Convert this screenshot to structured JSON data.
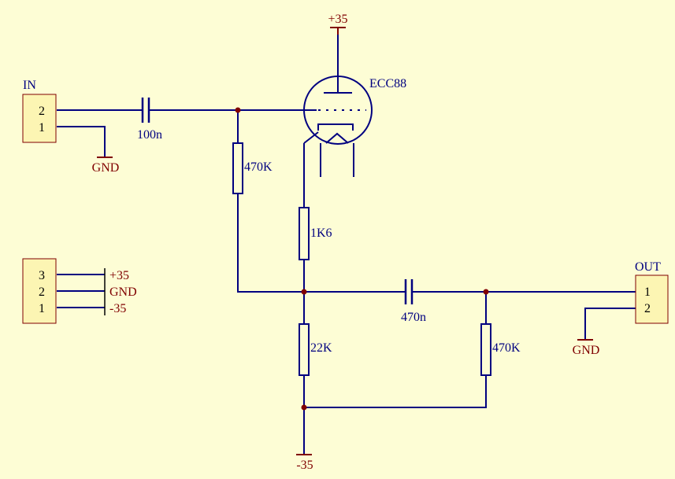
{
  "colors": {
    "background": "#fdfdd5",
    "wire": "#000080",
    "power_port": "#800000",
    "connector_fill": "#fcf5b3",
    "connector_border": "#800000",
    "junction": "#800000",
    "pin_number": "#000000"
  },
  "labels": {
    "conn_in": "IN",
    "conn_out": "OUT",
    "tube": "ECC88",
    "c_in": "100n",
    "c_out": "470n",
    "r_grid": "470K",
    "r_cathode": "1K6",
    "r_load": "22K",
    "r_out": "470K",
    "power_top": "+35",
    "power_bottom": "-35",
    "gnd_in": "GND",
    "gnd_out": "GND",
    "sup_pos": "+35",
    "sup_gnd": "GND",
    "sup_neg": "-35"
  },
  "pins": {
    "in_2": "2",
    "in_1": "1",
    "sup_3": "3",
    "sup_2": "2",
    "sup_1": "1",
    "out_1": "1",
    "out_2": "2"
  }
}
